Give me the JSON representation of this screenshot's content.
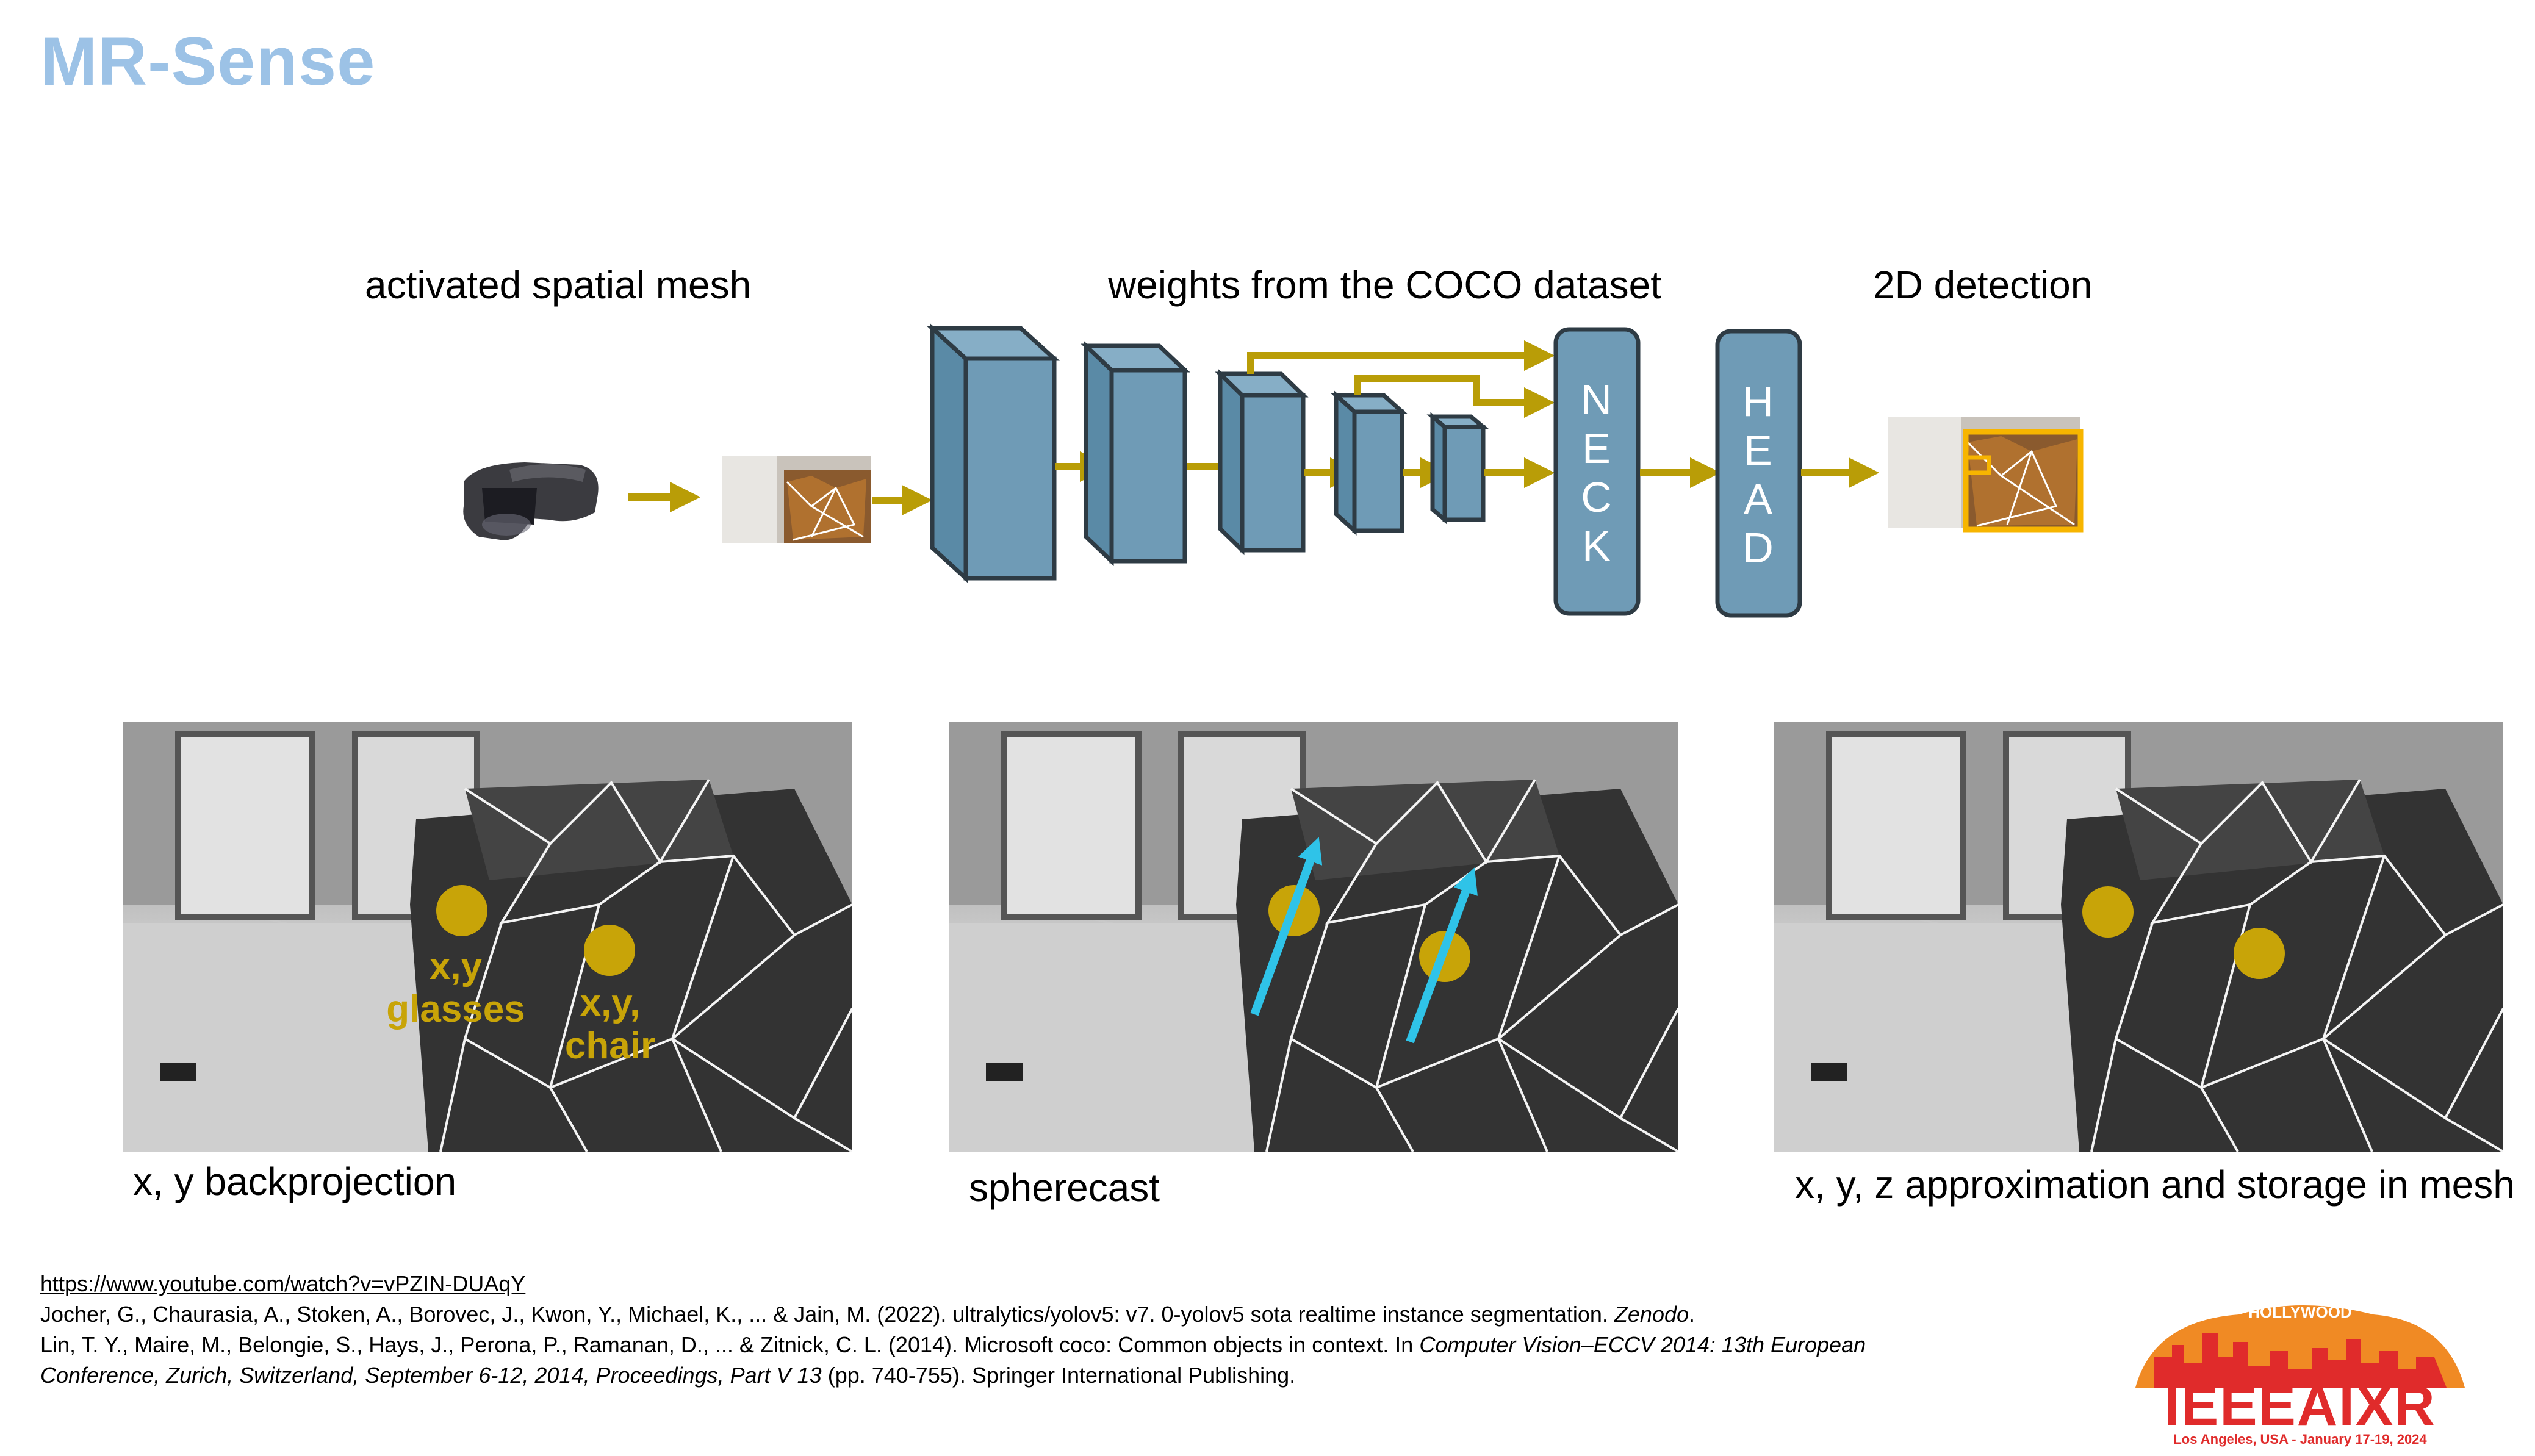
{
  "title": "MR-Sense",
  "pipeline": {
    "label_mesh": "activated spatial mesh",
    "label_weights": "weights from the COCO dataset",
    "label_detection": "2D detection",
    "neck_letters": [
      "N",
      "E",
      "C",
      "K"
    ],
    "head_letters": [
      "H",
      "E",
      "A",
      "D"
    ]
  },
  "panels": [
    {
      "caption": "x, y backprojection",
      "dot_labels": [
        "x,y\nglasses",
        "x,y,\nchair"
      ]
    },
    {
      "caption": "spherecast"
    },
    {
      "caption": "x, y, z approximation and storage in mesh"
    }
  ],
  "references": {
    "url": "https://www.youtube.com/watch?v=vPZIN-DUAqY",
    "ref1": "Jocher, G., Chaurasia, A., Stoken, A., Borovec, J., Kwon, Y., Michael, K., ... & Jain, M. (2022). ultralytics/yolov5: v7. 0-yolov5 sota realtime instance segmentation.",
    "ref1_journal": "Zenodo",
    "ref2_a": "Lin, T. Y., Maire, M., Belongie, S., Hays, J., Perona, P., Ramanan, D., ... & Zitnick, C. L. (2014). Microsoft coco: Common objects in context. In",
    "ref2_b": "Computer Vision–ECCV 2014: 13th European",
    "ref2_c": "Conference, Zurich, Switzerland, September 6-12, 2014, Proceedings, Part V 13",
    "ref2_d": "(pp. 740-755). Springer International Publishing."
  },
  "logo": {
    "sign": "HOLLYWOOD",
    "brand": "IEEEAIXR",
    "subtitle": "Los Angeles, USA - January 17-19, 2024"
  },
  "colors": {
    "title": "#9cc2e6",
    "arrow": "#b99d07",
    "block_face": "#6f9bb6",
    "block_dark": "#2e3b44",
    "dot": "#c8a408",
    "ray": "#2fc3e8",
    "logo_red": "#e02b2b",
    "logo_orange": "#f08a24"
  }
}
